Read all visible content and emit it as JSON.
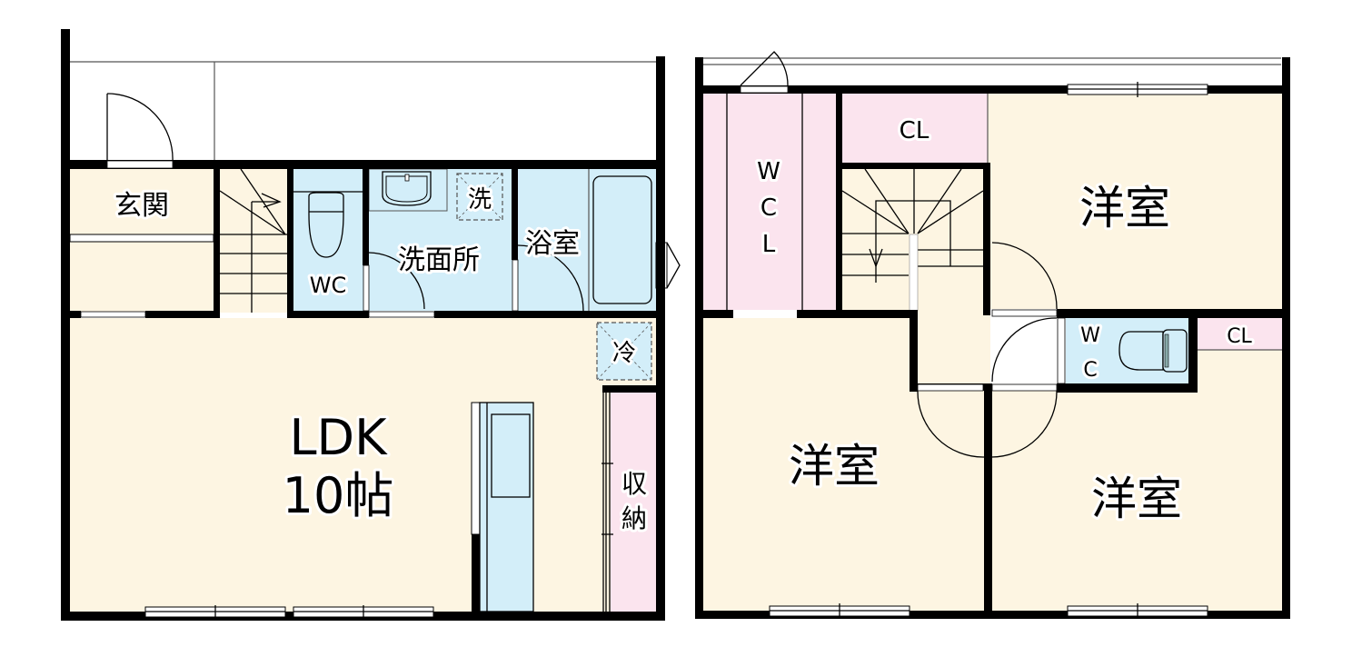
{
  "floorplan": {
    "colors": {
      "living": "#fdf5e2",
      "wet": "#d3eef9",
      "storage": "#fbe4ee",
      "wall": "#000000",
      "background": "#ffffff"
    },
    "floor1": {
      "rooms": {
        "entrance": "玄関",
        "wc": "WC",
        "washroom": "洗面所",
        "washer": "洗",
        "bathroom": "浴室",
        "fridge": "冷",
        "ldk": "LDK",
        "ldk_size": "10帖",
        "storage_1": "収",
        "storage_2": "納"
      }
    },
    "floor2": {
      "rooms": {
        "wcl_1": "W",
        "wcl_2": "C",
        "wcl_3": "L",
        "closet_top": "CL",
        "western_ne": "洋室",
        "western_sw": "洋室",
        "western_se": "洋室",
        "wc_1": "W",
        "wc_2": "C",
        "closet_right": "CL"
      }
    }
  }
}
